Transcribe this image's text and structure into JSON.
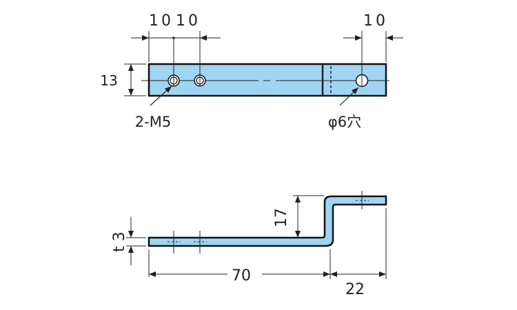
{
  "colors": {
    "part_fill": "#9fd5f2",
    "line": "#231f20"
  },
  "top_view": {
    "dim_left_1": "10",
    "dim_left_2": "10",
    "dim_right": "10",
    "dim_height": "13",
    "label_tapped_holes": "2-M5",
    "label_through_hole": "φ6穴"
  },
  "side_view": {
    "dim_thickness": "t 3",
    "dim_offset": "17",
    "dim_length": "70",
    "dim_flange": "22"
  }
}
